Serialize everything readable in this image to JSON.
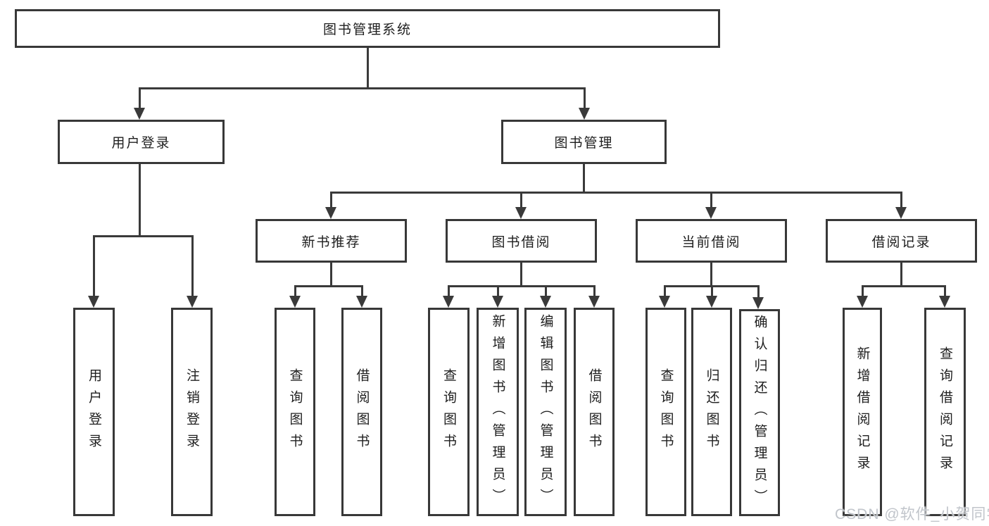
{
  "tree": {
    "label": "图书管理系统",
    "children": [
      {
        "label": "用户登录",
        "children": [
          {
            "label": "用户登录"
          },
          {
            "label": "注销登录"
          }
        ]
      },
      {
        "label": "图书管理",
        "children": [
          {
            "label": "新书推荐",
            "children": [
              {
                "label": "查询图书"
              },
              {
                "label": "借阅图书"
              }
            ]
          },
          {
            "label": "图书借阅",
            "children": [
              {
                "label": "查询图书"
              },
              {
                "label": "新增图书（管理员）"
              },
              {
                "label": "编辑图书（管理员）"
              },
              {
                "label": "借阅图书"
              }
            ]
          },
          {
            "label": "当前借阅",
            "children": [
              {
                "label": "查询图书"
              },
              {
                "label": "归还图书"
              },
              {
                "label": "确认归还（管理员）"
              }
            ]
          },
          {
            "label": "借阅记录",
            "children": [
              {
                "label": "新增借阅记录"
              },
              {
                "label": "查询借阅记录"
              }
            ]
          }
        ]
      }
    ]
  },
  "watermark": "CSDN @软件_小贺同学",
  "colors": {
    "line": "#3a3a3a",
    "box_border": "#383838",
    "text": "#1e1e1e",
    "watermark": "#c1c5cb",
    "background": "#ffffff"
  }
}
